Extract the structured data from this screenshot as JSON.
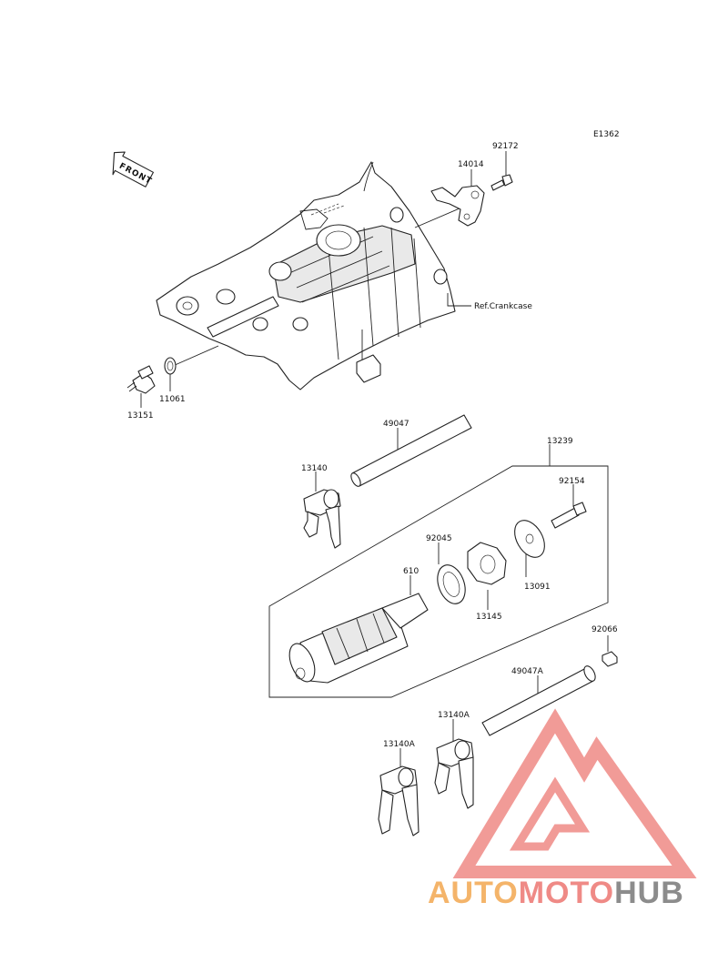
{
  "diagram": {
    "code": "E1362",
    "front_label": "FRONT",
    "ref_label": "Ref.Crankcase",
    "callouts": {
      "p92172": "92172",
      "p14014": "14014",
      "p11061": "11061",
      "p13151": "13151",
      "p49047": "49047",
      "p13239": "13239",
      "p13140": "13140",
      "p92154": "92154",
      "p92045": "92045",
      "p610": "610",
      "p13091": "13091",
      "p13145": "13145",
      "p92066": "92066",
      "p49047A": "49047A",
      "p13140A_right": "13140A",
      "p13140A_left": "13140A"
    }
  },
  "watermark": {
    "part1": "AUTO",
    "part2": "MOTO",
    "part3": "HUB",
    "colors": {
      "triangle": "#ef8a86",
      "auto": "#f4b46a",
      "moto": "#ef8a86",
      "hub": "#8c8c8c"
    }
  }
}
